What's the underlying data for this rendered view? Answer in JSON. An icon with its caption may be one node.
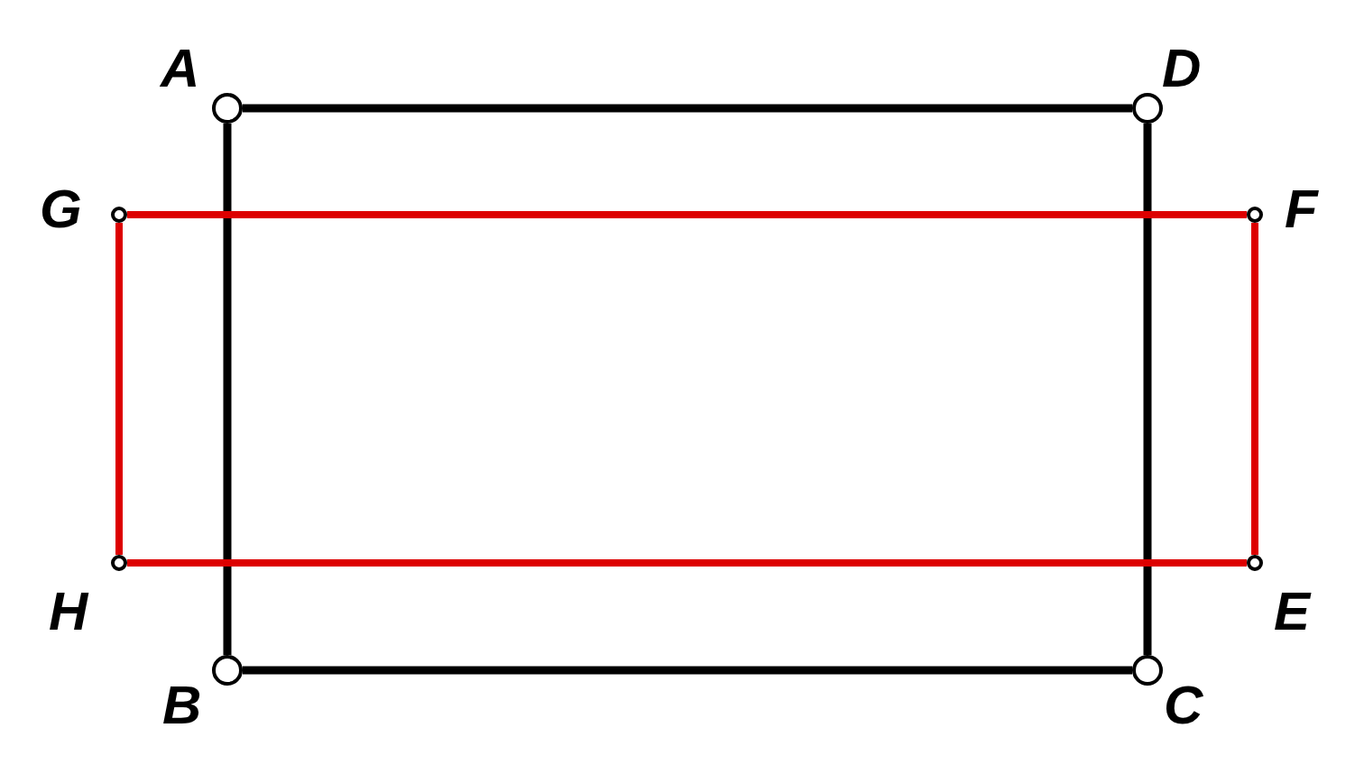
{
  "diagram": {
    "nodes": [
      {
        "text": [],
        "shape": "circle",
        "beside": [
          "A"
        ]
      },
      {
        "text": [],
        "shape": "circle",
        "beside": [
          "D"
        ]
      },
      {
        "text": [],
        "shape": "circle",
        "beside": [
          "G"
        ]
      },
      {
        "text": [],
        "shape": "circle",
        "beside": [
          "F"
        ]
      },
      {
        "text": [],
        "shape": "circle",
        "beside": [
          "H"
        ]
      },
      {
        "text": [],
        "shape": "circle",
        "beside": [
          "E"
        ]
      },
      {
        "text": [],
        "shape": "circle",
        "beside": [
          "B"
        ]
      },
      {
        "text": [],
        "shape": "circle",
        "beside": [
          "C"
        ]
      }
    ],
    "edges": [
      {
        "from": 0,
        "to": 1,
        "arrow": "none"
      },
      {
        "from": 0,
        "to": 6,
        "arrow": "none"
      },
      {
        "from": 1,
        "to": 7,
        "arrow": "none"
      },
      {
        "from": 6,
        "to": 7,
        "arrow": "none"
      },
      {
        "from": 2,
        "to": 3,
        "arrow": "none",
        "color": "#dd0000"
      },
      {
        "from": 2,
        "to": 4,
        "arrow": "none",
        "color": "#dd0000"
      },
      {
        "from": 3,
        "to": 5,
        "arrow": "none",
        "color": "#dd0000"
      },
      {
        "from": 4,
        "to": 5,
        "arrow": "none",
        "color": "#dd0000"
      }
    ]
  }
}
